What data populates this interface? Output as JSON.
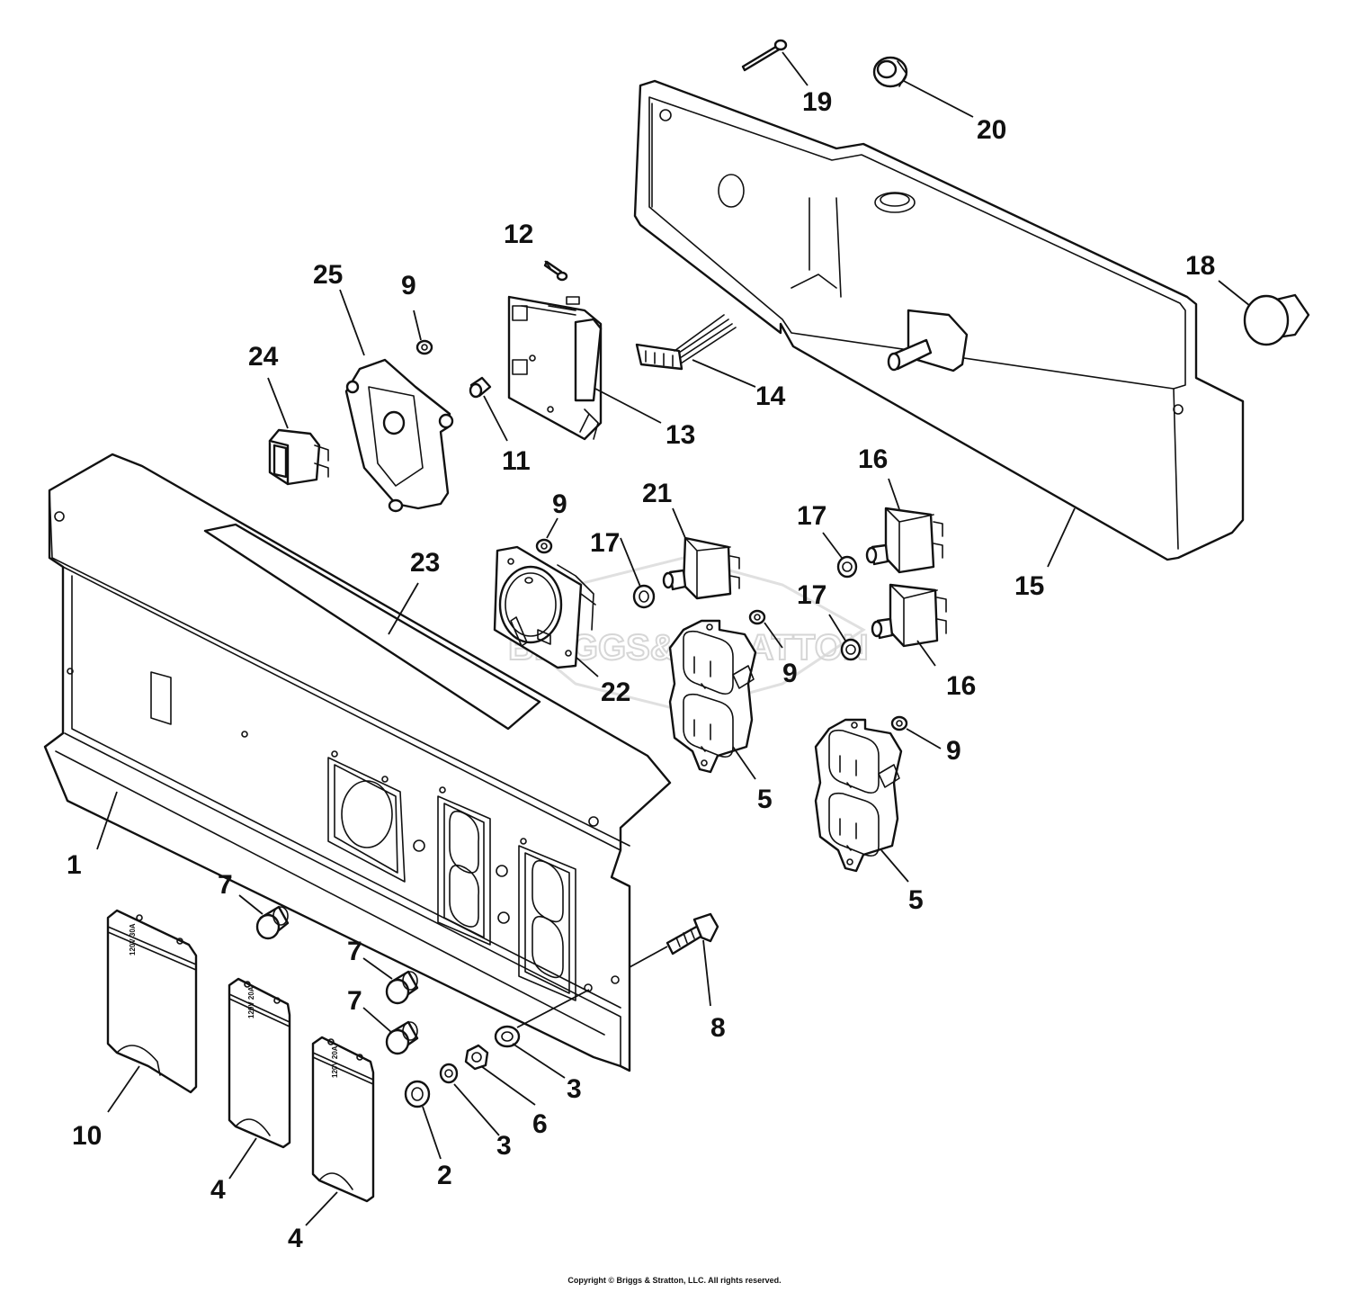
{
  "copyright": "Copyright © Briggs & Stratton, LLC. All rights reserved.",
  "watermark": "BRIGGS&STRATTON",
  "cover_labels": {
    "cover_30a": "120V 30A",
    "cover_20a_1": "120V 20A",
    "cover_20a_2": "120V 20A"
  },
  "callouts": {
    "c1": "1",
    "c2": "2",
    "c3a": "3",
    "c3b": "3",
    "c4a": "4",
    "c4b": "4",
    "c5a": "5",
    "c5b": "5",
    "c6": "6",
    "c7a": "7",
    "c7b": "7",
    "c7c": "7",
    "c8": "8",
    "c9a": "9",
    "c9b": "9",
    "c9c": "9",
    "c9d": "9",
    "c10": "10",
    "c11": "11",
    "c12": "12",
    "c13": "13",
    "c14": "14",
    "c15": "15",
    "c16a": "16",
    "c16b": "16",
    "c17a": "17",
    "c17b": "17",
    "c17c": "17",
    "c18": "18",
    "c19": "19",
    "c20": "20",
    "c21": "21",
    "c22": "22",
    "c23": "23",
    "c24": "24",
    "c25": "25"
  }
}
